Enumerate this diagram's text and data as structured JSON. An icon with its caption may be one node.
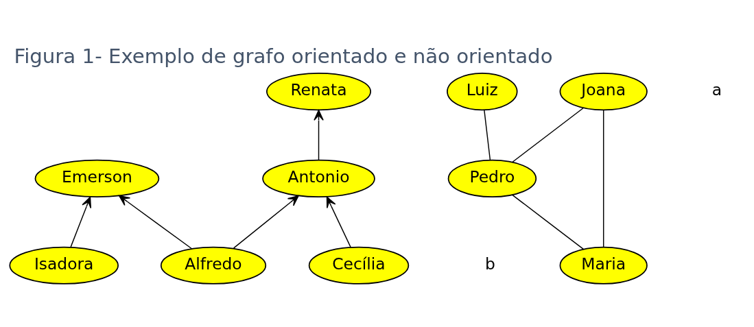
{
  "diagram": {
    "title": "Figura 1- Exemplo de grafo orientado e não orientado",
    "nodes": [
      {
        "text": [
          "Renata"
        ]
      },
      {
        "text": [
          "Emerson"
        ]
      },
      {
        "text": [
          "Antonio"
        ]
      },
      {
        "text": [
          "Isadora"
        ]
      },
      {
        "text": [
          "Alfredo"
        ]
      },
      {
        "text": [
          "Cecília"
        ]
      },
      {
        "text": [
          "Maria"
        ]
      },
      {
        "text": [
          "Pedro"
        ]
      },
      {
        "text": [
          "Luiz"
        ]
      },
      {
        "text": [
          "Joana"
        ]
      }
    ],
    "edges": [
      {
        "from": 2,
        "to": 0,
        "arrow": "to"
      },
      {
        "from": 3,
        "to": 1,
        "arrow": "to"
      },
      {
        "from": 4,
        "to": 1,
        "arrow": "to"
      },
      {
        "from": 4,
        "to": 2,
        "arrow": "to"
      },
      {
        "from": 5,
        "to": 2,
        "arrow": "to"
      },
      {
        "from": 6,
        "to": 7,
        "arrow": "none"
      },
      {
        "from": 6,
        "to": 9,
        "arrow": "none"
      },
      {
        "from": 7,
        "to": 9,
        "arrow": "none"
      },
      {
        "from": 7,
        "to": 8,
        "arrow": "none"
      }
    ],
    "labels": [
      "a",
      "b"
    ]
  }
}
